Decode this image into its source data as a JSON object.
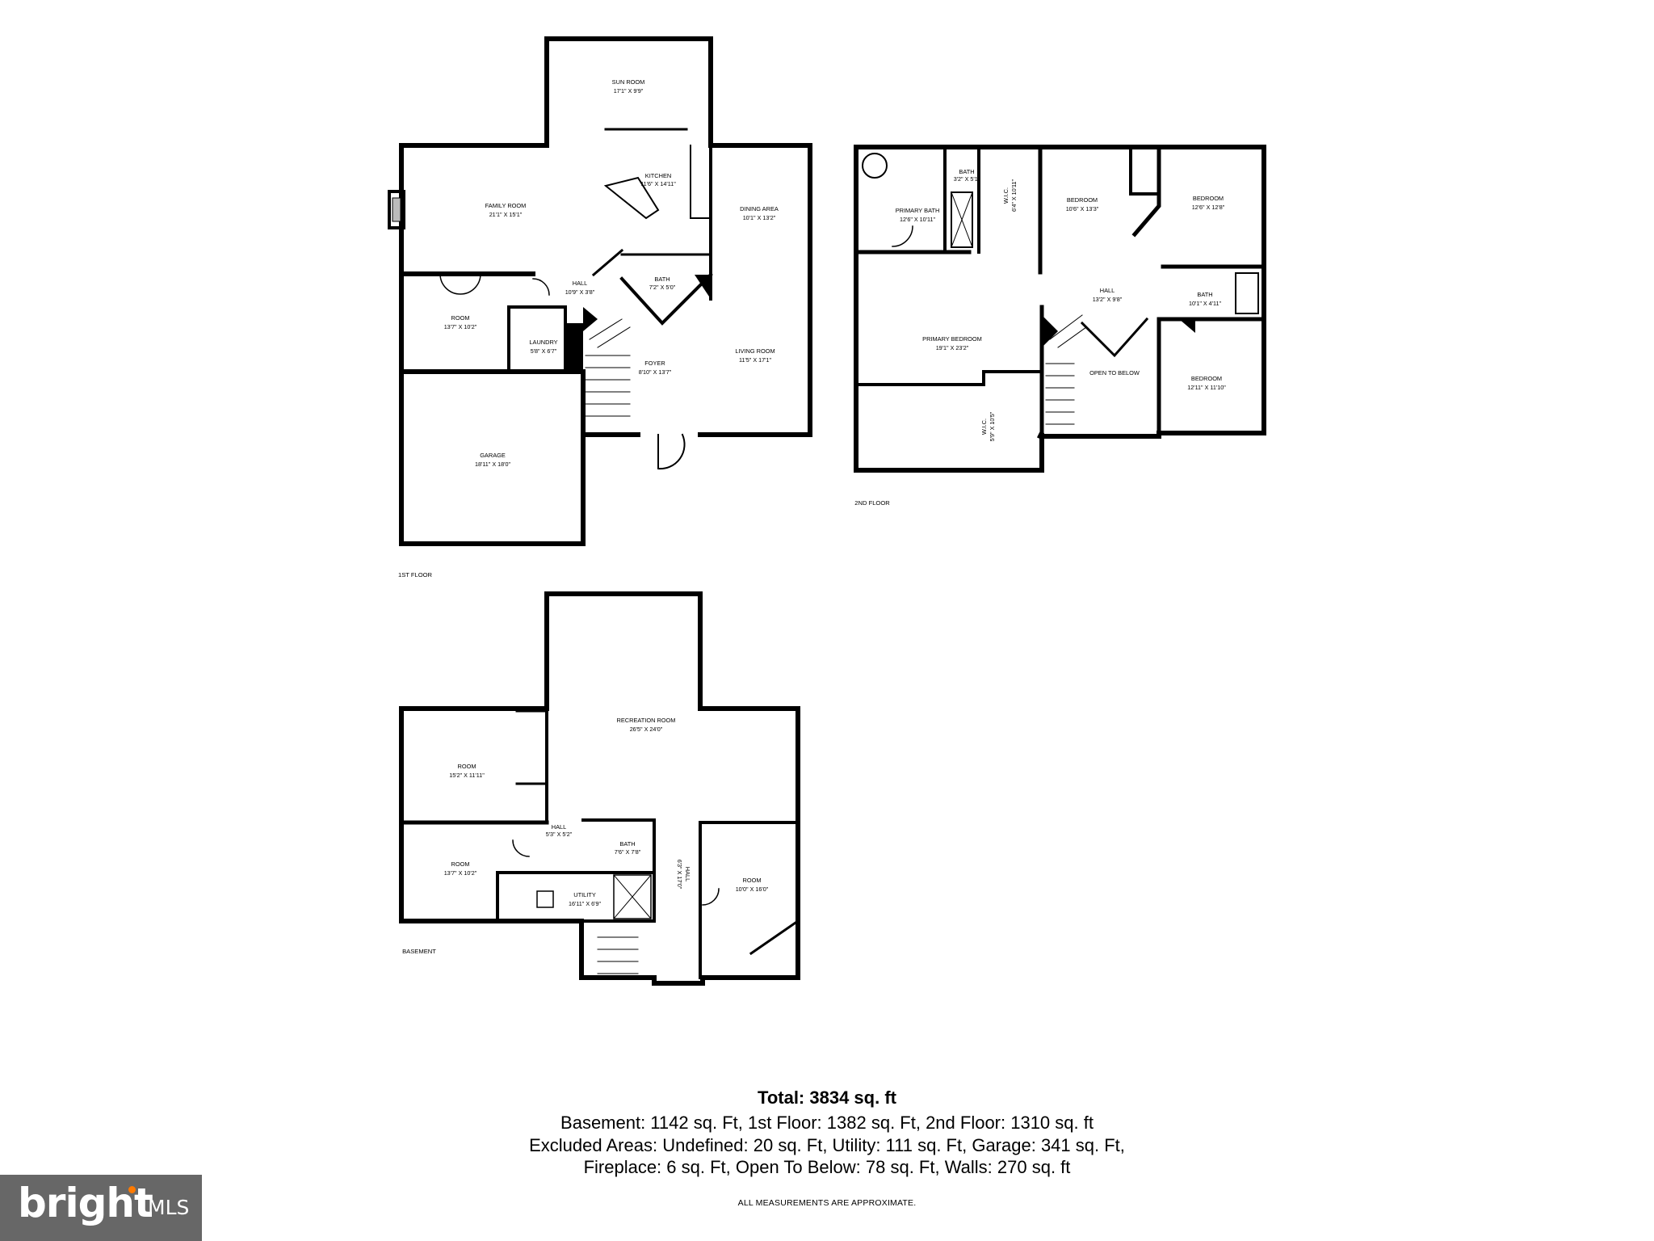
{
  "floors": {
    "first": {
      "label": "1ST FLOOR",
      "rooms": {
        "sun_room": {
          "name": "SUN ROOM",
          "dim": "17'1\" X 9'9\""
        },
        "kitchen": {
          "name": "KITCHEN",
          "dim": "11'6\" X 14'11\""
        },
        "family_room": {
          "name": "FAMILY ROOM",
          "dim": "21'1\" X 15'1\""
        },
        "dining_area": {
          "name": "DINING AREA",
          "dim": "10'1\" X 13'2\""
        },
        "hall": {
          "name": "HALL",
          "dim": "10'9\" X 3'8\""
        },
        "bath": {
          "name": "BATH",
          "dim": "7'2\" X 5'0\""
        },
        "room": {
          "name": "ROOM",
          "dim": "13'7\" X 10'2\""
        },
        "laundry": {
          "name": "LAUNDRY",
          "dim": "5'8\" X 6'7\""
        },
        "foyer": {
          "name": "FOYER",
          "dim": "8'10\" X 13'7\""
        },
        "living_room": {
          "name": "LIVING ROOM",
          "dim": "11'5\" X 17'1\""
        },
        "garage": {
          "name": "GARAGE",
          "dim": "18'11\" X 18'0\""
        }
      }
    },
    "second": {
      "label": "2ND FLOOR",
      "rooms": {
        "primary_bath": {
          "name": "PRIMARY BATH",
          "dim": "12'6\" X 10'11\""
        },
        "small_bath": {
          "name": "BATH",
          "dim": "3'2\" X 5'1\""
        },
        "wic_top": {
          "name": "W.I.C.",
          "dim": "6'4\" X 10'11\""
        },
        "bedroom_a": {
          "name": "BEDROOM",
          "dim": "10'6\" X 13'3\""
        },
        "bedroom_b": {
          "name": "BEDROOM",
          "dim": "12'6\" X 12'8\""
        },
        "hall": {
          "name": "HALL",
          "dim": "13'2\" X 9'8\""
        },
        "bath": {
          "name": "BATH",
          "dim": "10'1\" X 4'11\""
        },
        "primary_bedroom": {
          "name": "PRIMARY BEDROOM",
          "dim": "19'1\" X 23'2\""
        },
        "open_to_below": {
          "name": "OPEN TO BELOW",
          "dim": ""
        },
        "bedroom_c": {
          "name": "BEDROOM",
          "dim": "12'11\" X 11'10\""
        },
        "wic_bottom": {
          "name": "W.I.C.",
          "dim": "5'9\" X 10'5\""
        }
      }
    },
    "basement": {
      "label": "BASEMENT",
      "rooms": {
        "recreation_room": {
          "name": "RECREATION ROOM",
          "dim": "26'5\" X 24'0\""
        },
        "room_a": {
          "name": "ROOM",
          "dim": "15'2\" X 11'11\""
        },
        "hall_small": {
          "name": "HALL",
          "dim": "5'3\" X 5'2\""
        },
        "bath": {
          "name": "BATH",
          "dim": "7'6\" X 7'8\""
        },
        "hall_long": {
          "name": "HALL",
          "dim": "6'3\" X 17'0\""
        },
        "room_b": {
          "name": "ROOM",
          "dim": "13'7\" X 10'2\""
        },
        "utility": {
          "name": "UTILITY",
          "dim": "16'11\" X 6'9\""
        },
        "room_c": {
          "name": "ROOM",
          "dim": "10'0\" X 16'0\""
        }
      }
    }
  },
  "summary": {
    "total": "Total: 3834 sq. ft",
    "line1": "Basement: 1142 sq. Ft, 1st Floor: 1382 sq. Ft, 2nd Floor: 1310 sq. ft",
    "line2": "Excluded Areas: Undefined: 20 sq. Ft, Utility: 111 sq. Ft, Garage: 341 sq. Ft,",
    "line3": "Fireplace: 6 sq. Ft, Open To Below: 78 sq. Ft, Walls: 270 sq. ft",
    "disclaimer": "ALL MEASUREMENTS ARE APPROXIMATE."
  },
  "logo": {
    "word": "bright",
    "suffix": "MLS",
    "background": "#676767",
    "accent": "#ff7a00"
  }
}
